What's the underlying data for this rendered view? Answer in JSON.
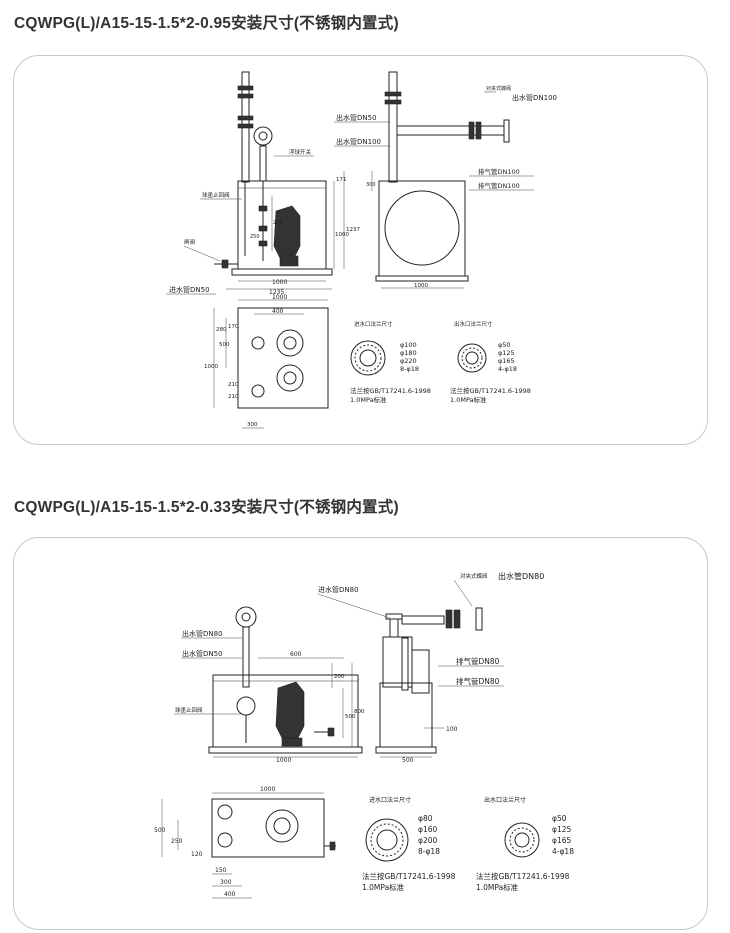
{
  "sections": [
    {
      "title": "CQWPG(L)/A15-15-1.5*2-0.95安装尺寸(不锈钢内置式)",
      "front": {
        "valve_label": "闸阀",
        "check_valve_label": "球墨止回阀",
        "float_label": "浮球开关",
        "inlet_label": "进水管DN50",
        "dims": [
          "1000",
          "1235",
          "171",
          "1237",
          "1000",
          "270",
          "250"
        ]
      },
      "side": {
        "outlet_label": "出水管DN50",
        "outlet_label_2": "出水管DN100",
        "clamp_label": "对夹式蝶阀",
        "outlet_top_label": "出水管DN100",
        "vent_label": "排气管DN100",
        "vent_label_2": "排气管DN100",
        "dims": [
          "300",
          "1000"
        ]
      },
      "plan": {
        "dims": [
          "1000",
          "400",
          "170",
          "280",
          "500",
          "1000",
          "210",
          "210",
          "300"
        ]
      },
      "flange_in": {
        "title": "进水口法兰尺寸",
        "specs": [
          "φ100",
          "φ180",
          "φ220",
          "8-φ18"
        ],
        "std": "法兰按GB/T17241.6-1998",
        "pressure": "1.0MPa标准"
      },
      "flange_out": {
        "title": "出水口法兰尺寸",
        "specs": [
          "φ50",
          "φ125",
          "φ165",
          "4-φ18"
        ],
        "std": "法兰按GB/T17241.6-1998",
        "pressure": "1.0MPa标准"
      }
    },
    {
      "title": "CQWPG(L)/A15-15-1.5*2-0.33安装尺寸(不锈钢内置式)",
      "front": {
        "outlet_label": "出水管DN80",
        "outlet_label_2": "出水管DN50",
        "check_valve_label": "球墨止回阀",
        "dims": [
          "600",
          "200",
          "500",
          "800",
          "1000"
        ]
      },
      "side": {
        "inlet_label": "进水管DN80",
        "clamp_label": "对夹式蝶阀",
        "outlet_label": "出水管DN80",
        "vent_label": "排气管DN80",
        "vent_label_2": "排气管DN80",
        "dims": [
          "100",
          "500"
        ]
      },
      "plan": {
        "dims": [
          "1000",
          "500",
          "250",
          "120",
          "150",
          "300",
          "400"
        ]
      },
      "flange_in": {
        "title": "进水口法兰尺寸",
        "specs": [
          "φ80",
          "φ160",
          "φ200",
          "8-φ18"
        ],
        "std": "法兰按GB/T17241.6-1998",
        "pressure": "1.0MPa标准"
      },
      "flange_out": {
        "title": "出水口法兰尺寸",
        "specs": [
          "φ50",
          "φ125",
          "φ165",
          "4-φ18"
        ],
        "std": "法兰按GB/T17241.6-1998",
        "pressure": "1.0MPa标准"
      }
    }
  ]
}
